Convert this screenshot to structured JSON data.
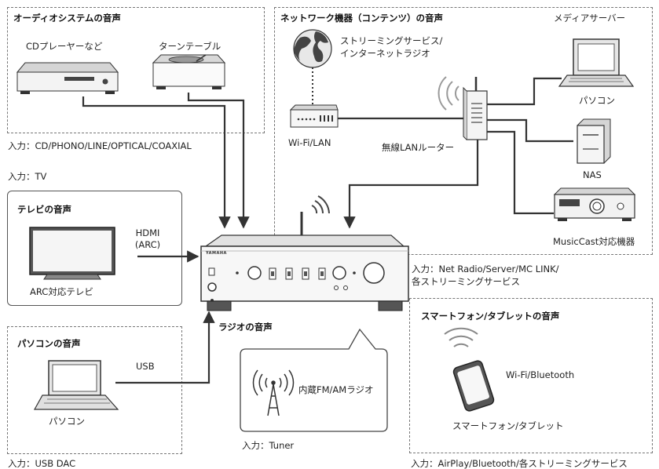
{
  "audio_system": {
    "title": "オーディオシステムの音声",
    "cd_player": "CDプレーヤーなど",
    "turntable": "ターンテーブル",
    "input": "入力：CD/PHONO/LINE/OPTICAL/COAXIAL"
  },
  "network": {
    "title": "ネットワーク機器（コンテンツ）の音声",
    "streaming_line1": "ストリーミングサービス/",
    "streaming_line2": "インターネットラジオ",
    "media_server": "メディアサーバー",
    "pc": "パソコン",
    "wifi_lan": "Wi-Fi/LAN",
    "router": "無線LANルーター",
    "nas": "NAS",
    "musiccast": "MusicCast対応機器",
    "input_line1": "入力：Net Radio/Server/MC LINK/",
    "input_line2": "各ストリーミングサービス"
  },
  "tv": {
    "input": "入力：TV",
    "title": "テレビの音声",
    "hdmi_line1": "HDMI",
    "hdmi_line2": "(ARC)",
    "device": "ARC対応テレビ"
  },
  "pc_audio": {
    "title": "パソコンの音声",
    "usb": "USB",
    "device": "パソコン",
    "input": "入力：USB DAC"
  },
  "radio": {
    "title": "ラジオの音声",
    "tuner": "内蔵FM/AMラジオ",
    "input": "入力：Tuner"
  },
  "smartphone": {
    "title": "スマートフォン/タブレットの音声",
    "connection": "Wi-Fi/Bluetooth",
    "device": "スマートフォン/タブレット",
    "input": "入力：AirPlay/Bluetooth/各ストリーミングサービス"
  },
  "amplifier": {
    "brand": "YAMAHA"
  }
}
